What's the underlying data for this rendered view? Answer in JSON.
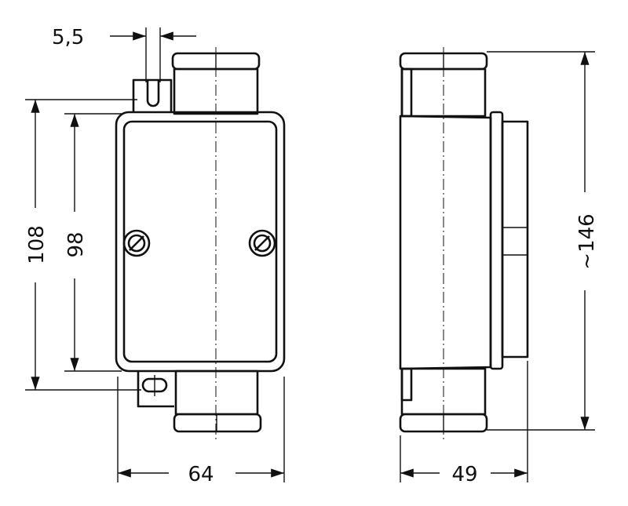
{
  "dimensions": {
    "slot_width": "5,5",
    "outer_height": "108",
    "inner_height": "98",
    "width": "64",
    "depth": "49",
    "overall_height": "~146"
  }
}
